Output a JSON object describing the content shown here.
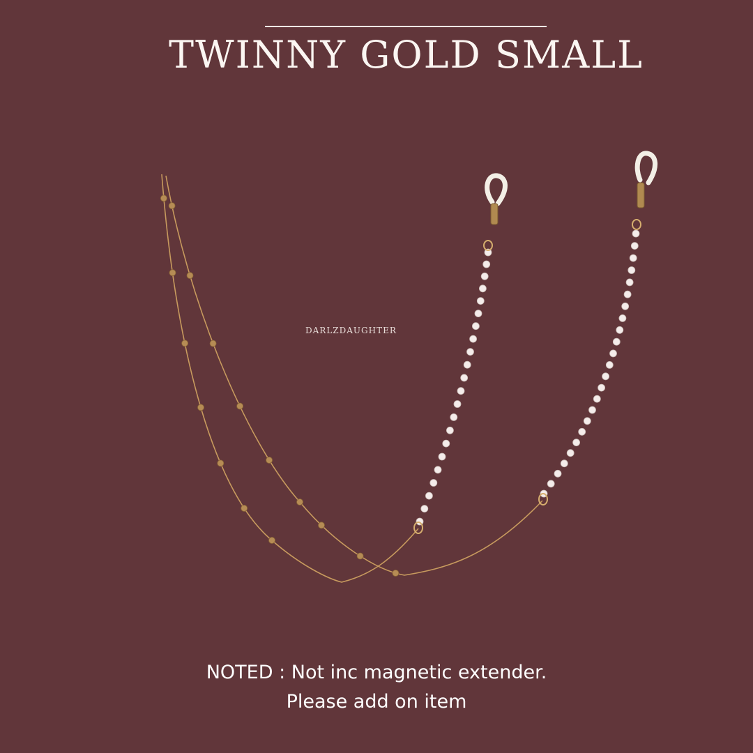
{
  "title": "TWINNY GOLD SMALL",
  "watermark": "DARLZDAUGHTER",
  "note": {
    "line1": "NOTED : Not inc magnetic extender.",
    "line2": "Please add on item"
  },
  "colors": {
    "background": "#61363a",
    "text": "#fbf6f2",
    "gold": "#c79a5e",
    "pearl": "#f4ecea"
  }
}
